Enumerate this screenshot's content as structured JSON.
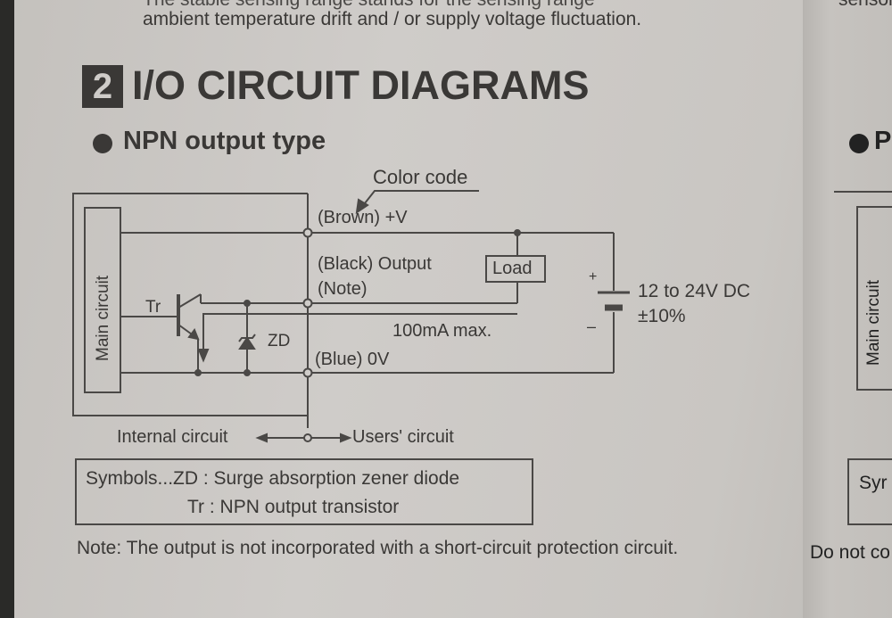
{
  "intro": {
    "line1": "The stable sensing range stands for the sensing range",
    "line2": "ambient temperature drift and / or supply voltage fluctuation.",
    "right_fragment": "sensor c"
  },
  "section": {
    "number": "2",
    "title": "I/O CIRCUIT DIAGRAMS"
  },
  "subsection": {
    "title": "NPN output type",
    "right_fragment": "P"
  },
  "diagram": {
    "color_code": "Color code",
    "brown": "(Brown) +V",
    "black": "(Black) Output",
    "note": "(Note)",
    "blue": "(Blue) 0V",
    "load": "Load",
    "main_circuit": "Main circuit",
    "tr": "Tr",
    "zd": "ZD",
    "current": "100mA max.",
    "plus": "+",
    "minus": "–",
    "supply": "12 to 24V DC",
    "tolerance": "±10%",
    "internal": "Internal circuit",
    "users": "Users' circuit",
    "right_main_circuit": "Main circuit"
  },
  "symbols": {
    "line1": "Symbols...ZD : Surge absorption zener diode",
    "line2": "Tr : NPN output transistor",
    "right_fragment": "Syr"
  },
  "note": {
    "text": "Note: The output is not incorporated with a short-circuit protection circuit.",
    "continuation": "Do not co"
  }
}
